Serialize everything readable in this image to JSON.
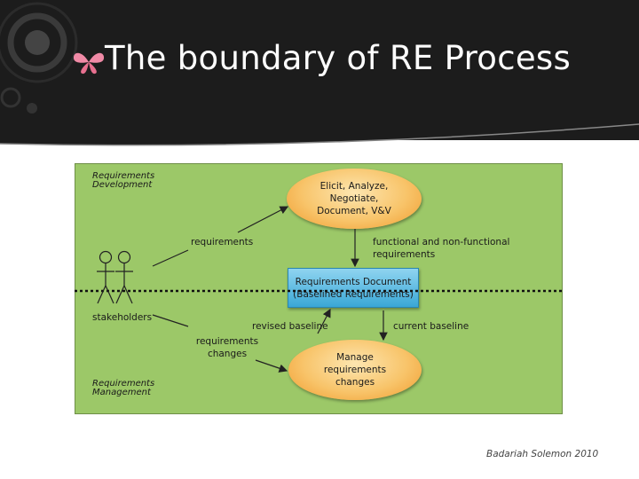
{
  "slide": {
    "title": "The boundary of RE Process",
    "credit": "Badariah Solemon 2010"
  },
  "diagram": {
    "requirements_development": "Requirements Development",
    "requirements_management": "Requirements Management",
    "elicit_node": "Elicit, Analyze, Negotiate, Document, V&V",
    "requirements_label": "requirements",
    "functional_label": "functional and non-functional requirements",
    "document_node": "Requirements Document (Baselined Requirements)",
    "stakeholders_label": "stakeholders",
    "revised_baseline": "revised baseline",
    "current_baseline": "current baseline",
    "requirements_changes": "requirements changes",
    "manage_node": "Manage requirements changes"
  },
  "colors": {
    "header": "#1c1c1c",
    "panel": "#9cc868",
    "ellipse": "#f8c46a",
    "document": "#3aa7d6",
    "butterfly": "#f08aa6"
  }
}
